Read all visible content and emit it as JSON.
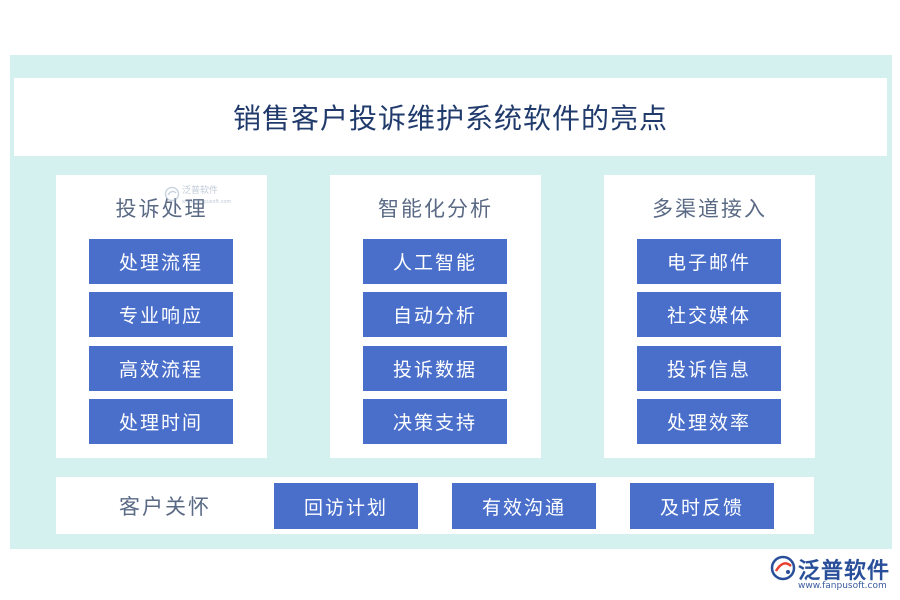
{
  "title": "销售客户投诉维护系统软件的亮点",
  "panels": [
    {
      "header": "投诉处理",
      "items": [
        "处理流程",
        "专业响应",
        "高效流程",
        "处理时间"
      ]
    },
    {
      "header": "智能化分析",
      "items": [
        "人工智能",
        "自动分析",
        "投诉数据",
        "决策支持"
      ]
    },
    {
      "header": "多渠道接入",
      "items": [
        "电子邮件",
        "社交媒体",
        "投诉信息",
        "处理效率"
      ]
    }
  ],
  "bottom": {
    "label": "客户关怀",
    "items": [
      "回访计划",
      "有效沟通",
      "及时反馈"
    ]
  },
  "watermark": {
    "name": "泛普软件",
    "sub": "www.fanpusoft.com"
  },
  "logo": {
    "name": "泛普软件",
    "url": "www.fanpusoft.com"
  },
  "colors": {
    "background": "#d4f1ef",
    "button": "#4a6fcb",
    "title": "#1f3a6b",
    "header": "#5a6a85"
  }
}
